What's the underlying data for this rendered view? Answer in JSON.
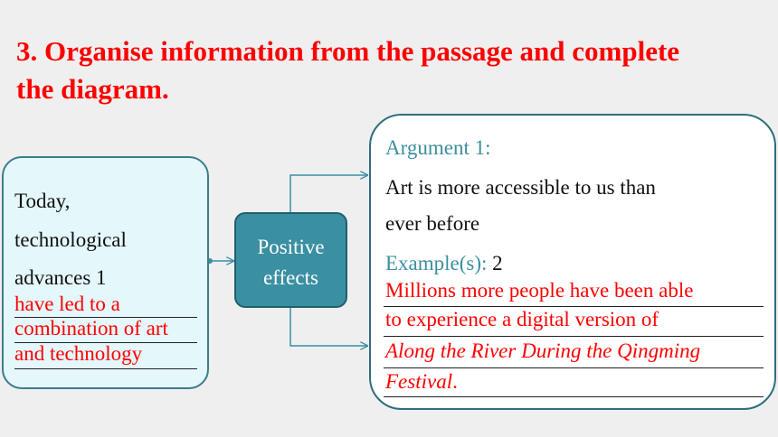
{
  "title": {
    "line1": "3. Organise information from the passage and complete",
    "line2": "the diagram."
  },
  "left_box": {
    "line1": "Today,",
    "line2": "technological",
    "line3": "advances 1",
    "answer_lines": [
      "have led to a",
      "combination of art",
      "and technology"
    ]
  },
  "center_box": {
    "line1": "Positive",
    "line2": "effects"
  },
  "right_box": {
    "argument_label": "Argument 1:",
    "argument_line1": "Art is more accessible to us than",
    "argument_line2": "ever before",
    "example_label": "Example(s):",
    "example_number": "2",
    "answer_line1": "Millions more people have been able",
    "answer_line2": "to experience a digital version of",
    "answer_line3": "Along the River During the Qingming",
    "answer_line4_italic": "Festival",
    "answer_line4_end": "."
  },
  "colors": {
    "title": "#ff0000",
    "answer": "#ff0000",
    "accent_teal": "#3b8fa0",
    "center_fill": "#3a8fa2",
    "left_fill": "#e4f7fb",
    "background": "#efefef"
  }
}
